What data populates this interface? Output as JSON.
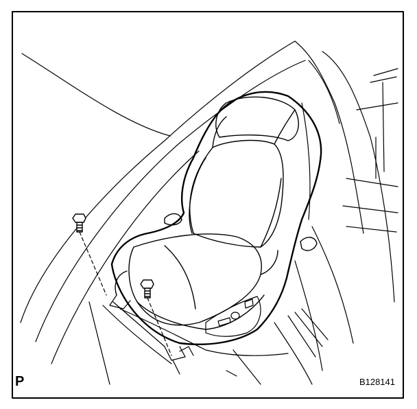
{
  "figure": {
    "position_marker": "P",
    "figure_code": "B128141",
    "subject_icon": "vehicle-front-seat-icon",
    "fastener_icon": "seat-bolt-icon",
    "bolt_count": 2,
    "line_color": "#000000",
    "background_color": "#ffffff"
  }
}
